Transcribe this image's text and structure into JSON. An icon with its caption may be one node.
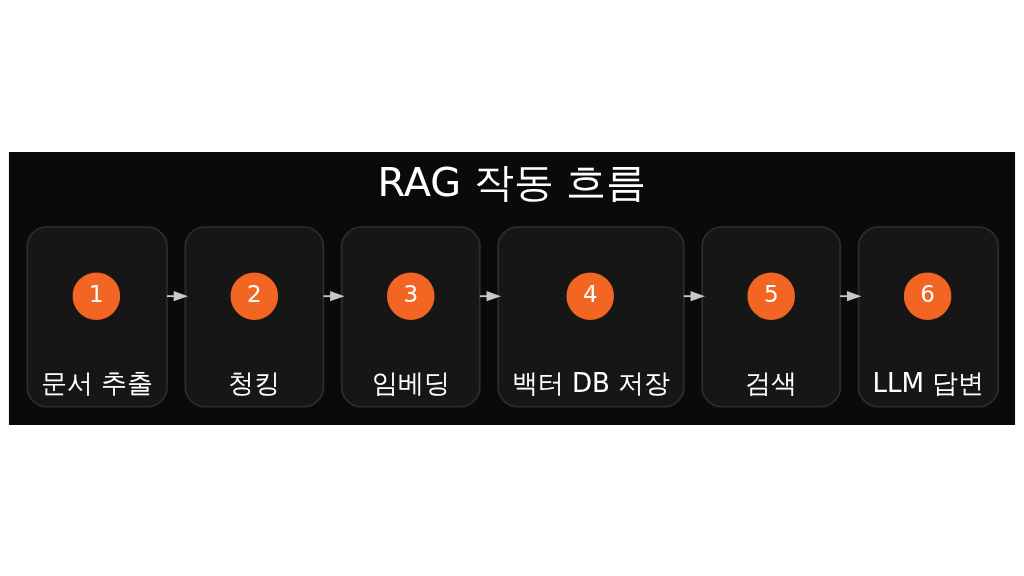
{
  "diagram": {
    "title": "RAG 작동 흐름",
    "nodes": [
      {
        "text": [
          "문서 추출"
        ]
      },
      {
        "text": [
          "1"
        ],
        "in": 0
      },
      {
        "text": [
          "청킹"
        ]
      },
      {
        "text": [
          "2"
        ],
        "in": 2
      },
      {
        "text": [
          "임베딩"
        ]
      },
      {
        "text": [
          "3"
        ],
        "in": 4
      },
      {
        "text": [
          "백터 DB 저장"
        ]
      },
      {
        "text": [
          "4"
        ],
        "in": 6
      },
      {
        "text": [
          "검색"
        ]
      },
      {
        "text": [
          "5"
        ],
        "in": 8
      },
      {
        "text": [
          "LLM 답변"
        ]
      },
      {
        "text": [
          "6"
        ],
        "in": 10
      }
    ],
    "edges": [
      {
        "from": 0,
        "to": 2,
        "arrow": "to"
      },
      {
        "from": 2,
        "to": 4,
        "arrow": "to"
      },
      {
        "from": 4,
        "to": 6,
        "arrow": "to"
      },
      {
        "from": 6,
        "to": 8,
        "arrow": "to"
      },
      {
        "from": 8,
        "to": 10,
        "arrow": "to"
      }
    ]
  }
}
